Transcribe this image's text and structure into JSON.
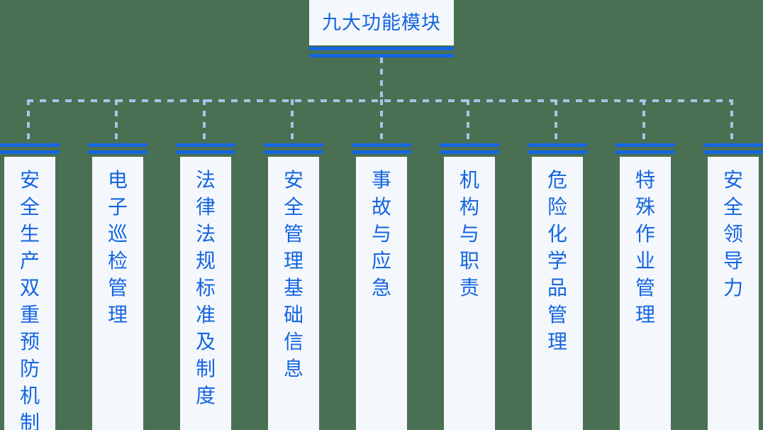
{
  "diagram": {
    "title": "九大功能模块",
    "background_color": "#4a7053",
    "accent_color": "#1565e0",
    "panel_color": "#f4f8fd",
    "connector_color": "#a8c4e8",
    "nodes": [
      {
        "id": "node-1",
        "label": "安全生产双重预防机制"
      },
      {
        "id": "node-2",
        "label": "电子巡检管理"
      },
      {
        "id": "node-3",
        "label": "法律法规标准及制度"
      },
      {
        "id": "node-4",
        "label": "安全管理基础信息"
      },
      {
        "id": "node-5",
        "label": "事故与应急"
      },
      {
        "id": "node-6",
        "label": "机构与职责"
      },
      {
        "id": "node-7",
        "label": "危险化学品管理"
      },
      {
        "id": "node-8",
        "label": "特殊作业管理"
      },
      {
        "id": "node-9",
        "label": "安全领导力"
      }
    ]
  }
}
